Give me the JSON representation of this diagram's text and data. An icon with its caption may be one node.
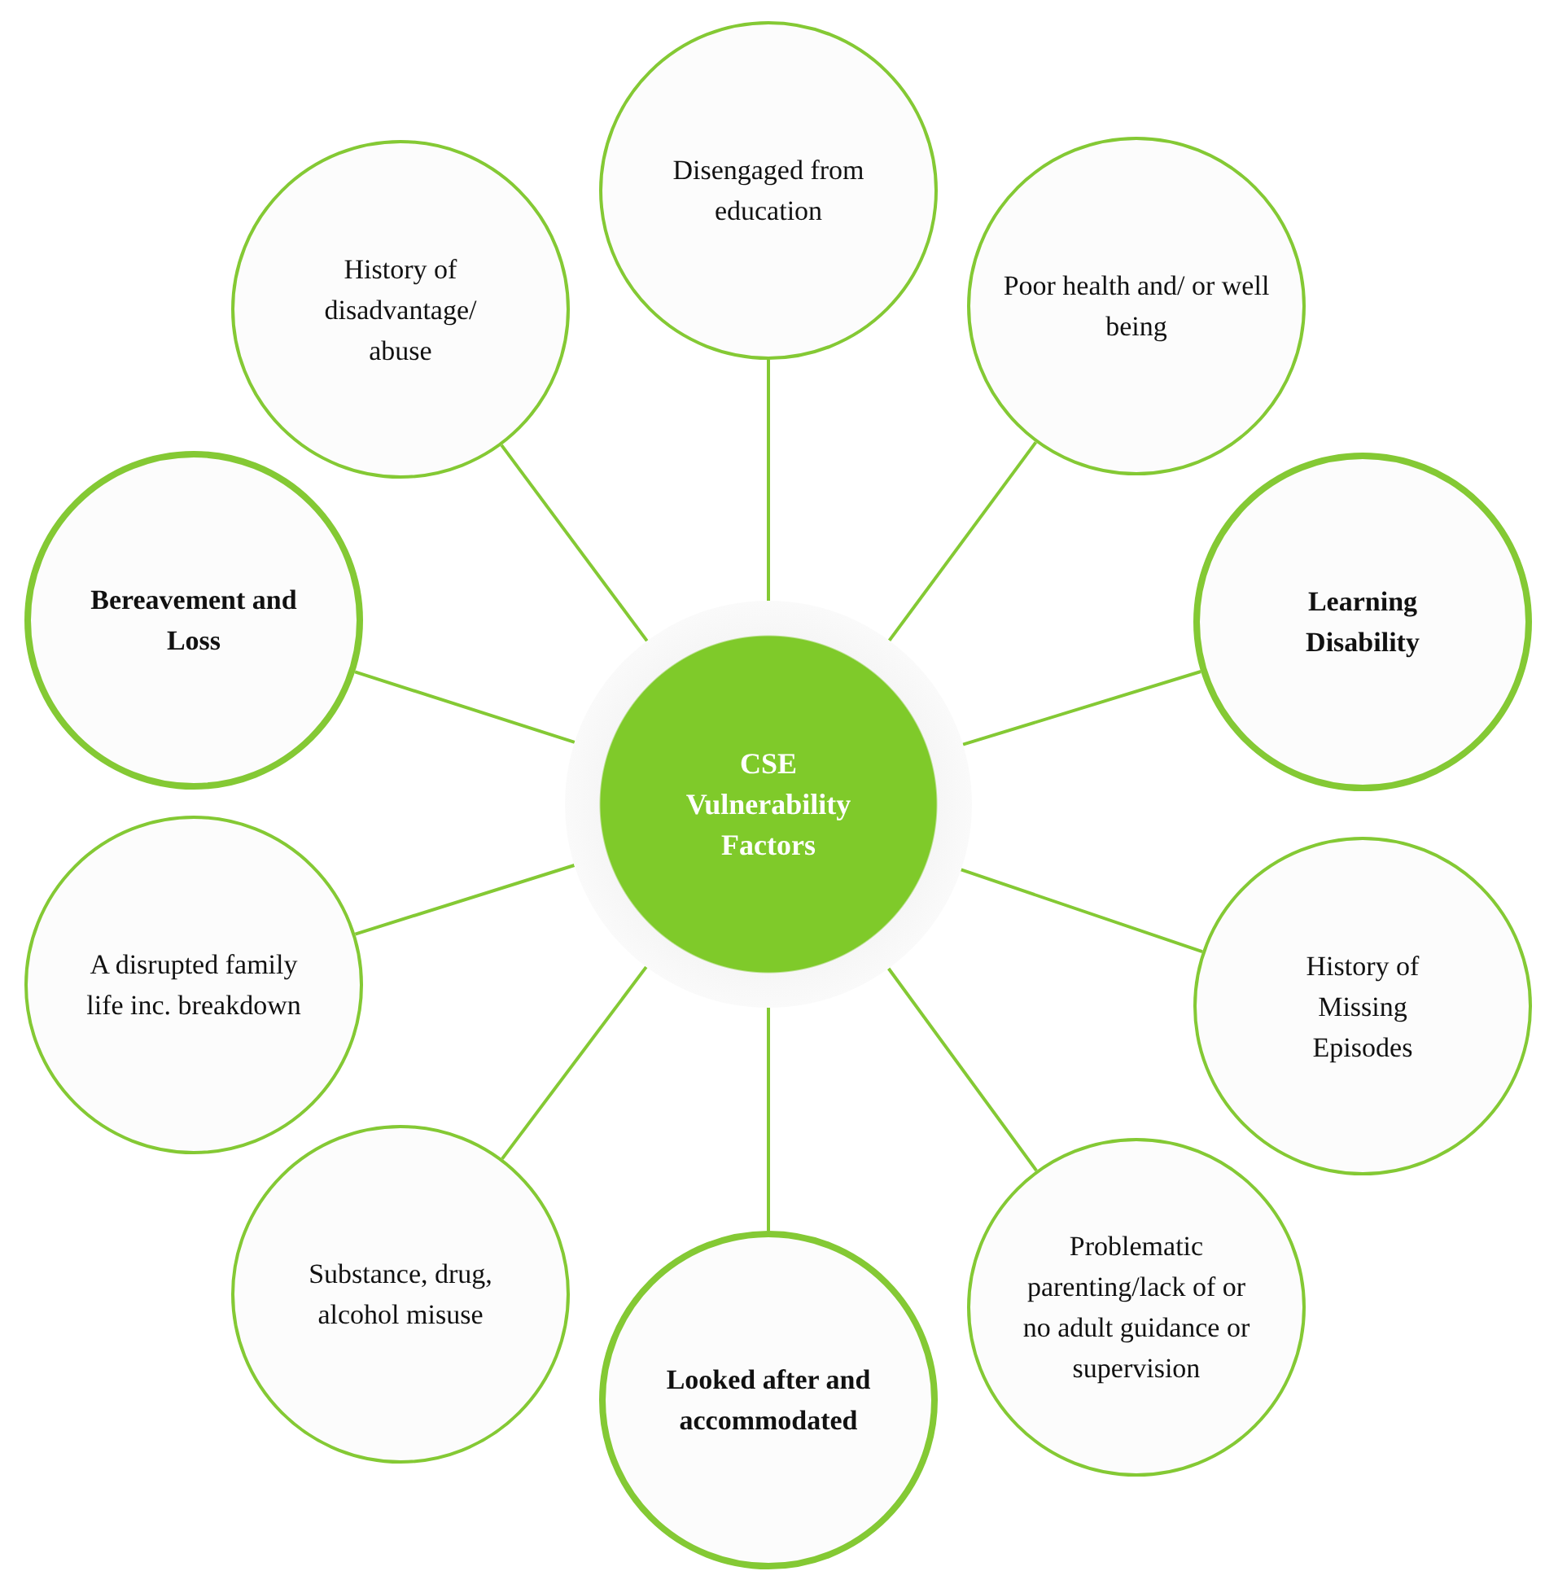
{
  "diagram": {
    "nodes": [
      {
        "text": [
          "CSE Vulnerability Factors"
        ]
      },
      {
        "text": [
          "Disengaged from education"
        ]
      },
      {
        "text": [
          "Poor health and/ or well being"
        ]
      },
      {
        "text": [
          "Learning Disability"
        ]
      },
      {
        "text": [
          "History of Missing Episodes"
        ]
      },
      {
        "text": [
          "Problematic parenting/lack of or no adult guidance or supervision"
        ]
      },
      {
        "text": [
          "Looked after and accommodated"
        ]
      },
      {
        "text": [
          "Substance, drug, alcohol misuse"
        ]
      },
      {
        "text": [
          "A disrupted family life inc. breakdown"
        ]
      },
      {
        "text": [
          "Bereavement and Loss"
        ]
      },
      {
        "text": [
          "History of disadvantage/ abuse"
        ]
      }
    ],
    "edges": [
      {
        "from": 0,
        "to": 1,
        "arrow": "none"
      },
      {
        "from": 0,
        "to": 2,
        "arrow": "none"
      },
      {
        "from": 0,
        "to": 3,
        "arrow": "none"
      },
      {
        "from": 0,
        "to": 4,
        "arrow": "none"
      },
      {
        "from": 0,
        "to": 5,
        "arrow": "none"
      },
      {
        "from": 0,
        "to": 6,
        "arrow": "none"
      },
      {
        "from": 0,
        "to": 7,
        "arrow": "none"
      },
      {
        "from": 0,
        "to": 8,
        "arrow": "none"
      },
      {
        "from": 0,
        "to": 9,
        "arrow": "none"
      },
      {
        "from": 0,
        "to": 10,
        "arrow": "none"
      }
    ]
  }
}
